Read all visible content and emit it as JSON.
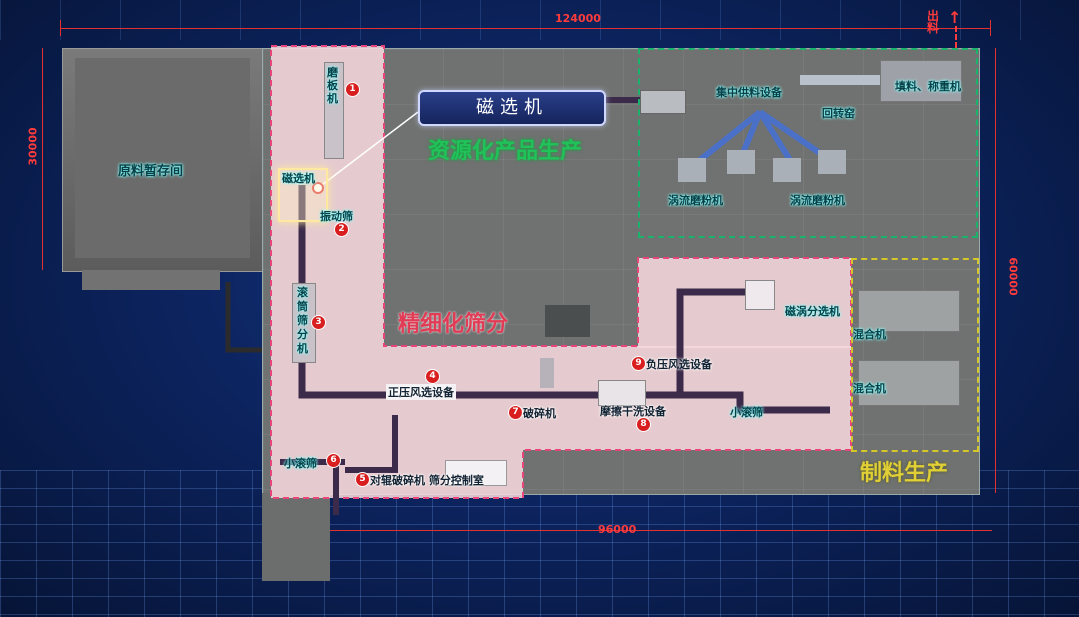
{
  "dimensions": {
    "top": "124000",
    "bottom": "96000",
    "left": "30000",
    "right": "60000"
  },
  "exit_label": "出料",
  "callout": {
    "title": "磁选机"
  },
  "zones": {
    "raw_storage": "原料暂存间",
    "resource_production": "资源化产品生产",
    "fine_screening": "精细化筛分",
    "material_production": "制料生产"
  },
  "steps": [
    {
      "num": "1",
      "label": "磨板机"
    },
    {
      "num": "2",
      "label": "振动筛"
    },
    {
      "num": "3",
      "label": "滚筒筛分机"
    },
    {
      "num": "4",
      "label": "正压风选设备"
    },
    {
      "num": "5",
      "label": "对辊破碎机 筛分控制室"
    },
    {
      "num": "6",
      "label": "小滚筛"
    },
    {
      "num": "7",
      "label": "破碎机"
    },
    {
      "num": "8",
      "label": "摩擦干洗设备"
    },
    {
      "num": "9",
      "label": "负压风选设备"
    }
  ],
  "equipment": {
    "magnetic_left": "磁选机",
    "small_drum_right": "小滚筛",
    "eddy_separator": "磁涡分选机",
    "mixer_1": "混合机",
    "mixer_2": "混合机",
    "central_supply": "集中供料设备",
    "feed_weigh": "填料、称重机",
    "rotary_kiln": "回转窑",
    "vortex_mill_1": "涡流磨粉机",
    "vortex_mill_2": "涡流磨粉机"
  },
  "colors": {
    "dimension": "#e53030",
    "zone_pink": "#e8457a",
    "zone_green": "#19b36b",
    "zone_yellow": "#d6c728",
    "resource_text": "#21c25a",
    "fine_text": "#e23b55",
    "material_text": "#e0cf35"
  }
}
